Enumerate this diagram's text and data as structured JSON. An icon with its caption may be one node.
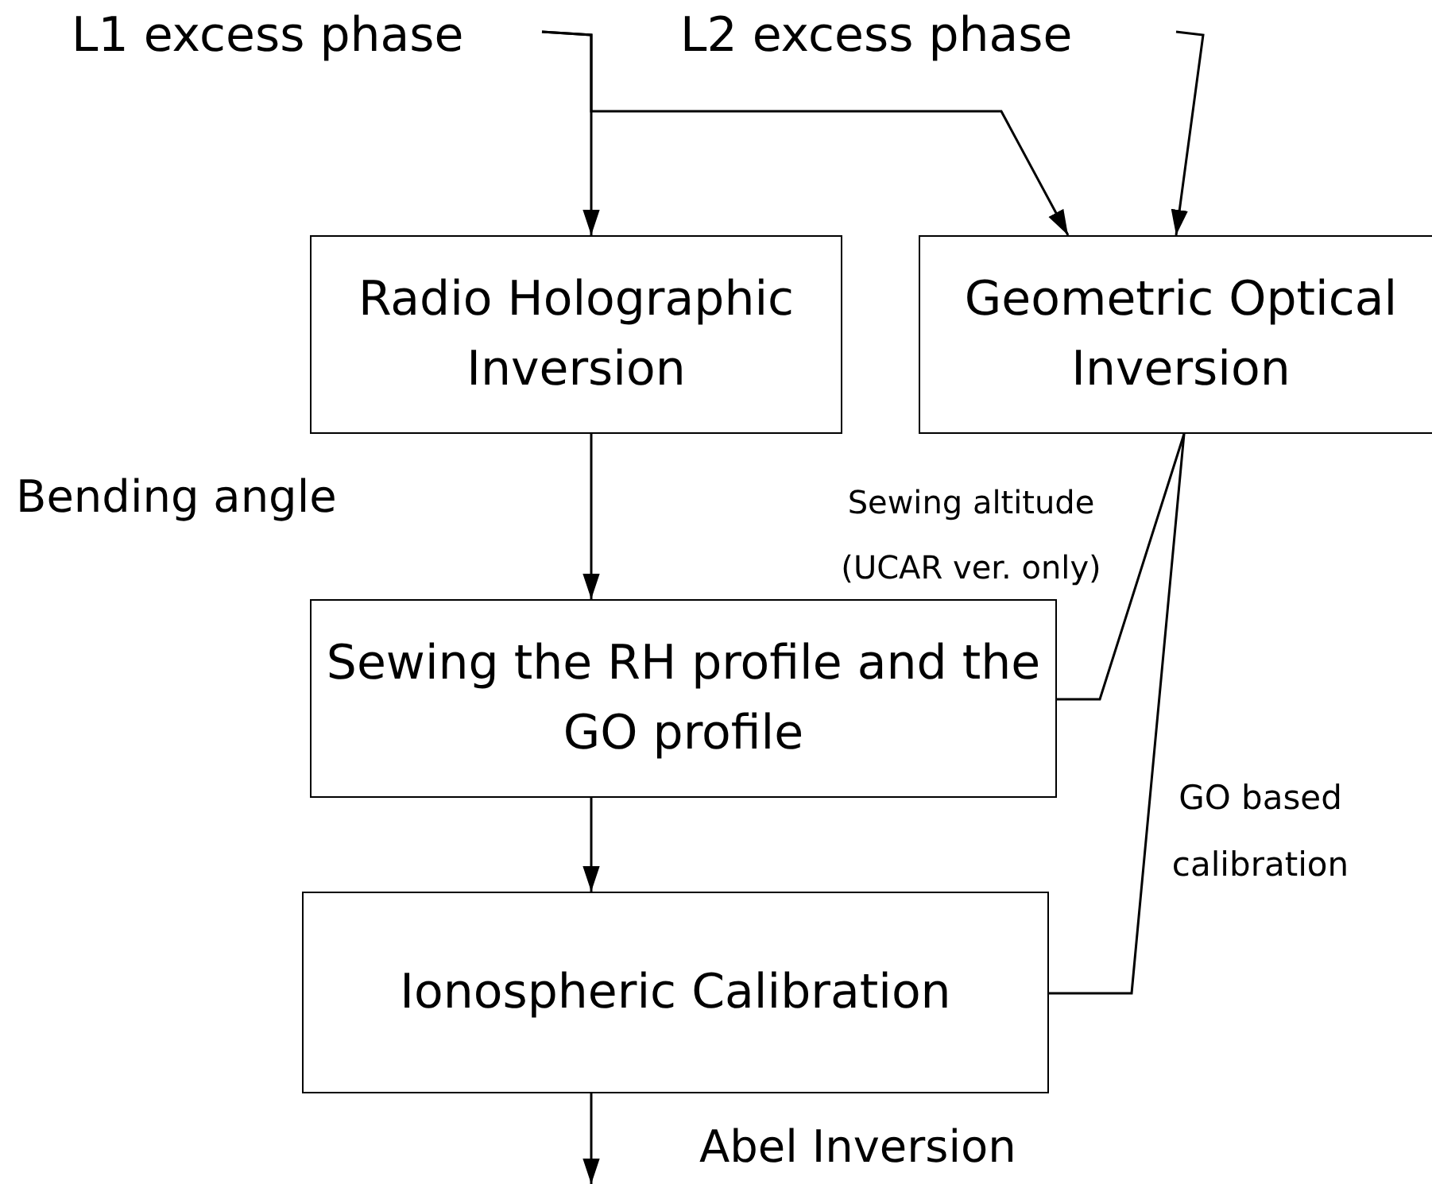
{
  "diagram": {
    "nodes": [
      {
        "text": [
          "L1 excess phase"
        ]
      },
      {
        "text": [
          "L2 excess phase"
        ]
      },
      {
        "text": [
          "Radio Holographic Inversion"
        ]
      },
      {
        "text": [
          "Geometric Optical Inversion"
        ]
      },
      {
        "text": [
          "Sewing the RH profile and the GO profile"
        ]
      },
      {
        "text": [
          "Ionospheric Calibration"
        ]
      }
    ],
    "edges": [
      {
        "from": 0,
        "to": 2,
        "arrow": "to"
      },
      {
        "from": 0,
        "to": 3,
        "arrow": "to"
      },
      {
        "from": 1,
        "to": 3,
        "arrow": "to"
      },
      {
        "from": 2,
        "to": 4,
        "arrow": "to"
      },
      {
        "from": 3,
        "to": 4,
        "arrow": "none",
        "label": "Sewing altitude (UCAR ver. only)"
      },
      {
        "from": 3,
        "to": 5,
        "arrow": "none",
        "label": "GO based calibration"
      },
      {
        "from": 4,
        "to": 5,
        "arrow": "to"
      },
      {
        "from": 5,
        "to": null,
        "arrow": "to",
        "label": "Abel Inversion"
      }
    ],
    "labels": [
      "Bending angle"
    ]
  }
}
